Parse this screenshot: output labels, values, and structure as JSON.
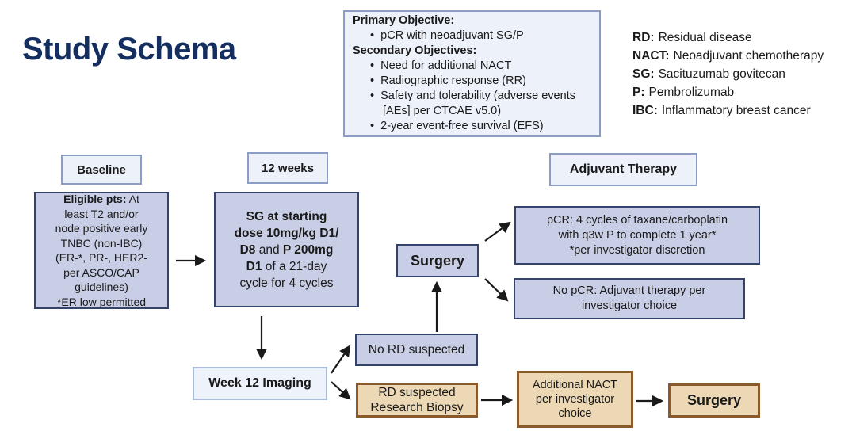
{
  "title": "Study Schema",
  "objectives": {
    "primary_label": "Primary Objective:",
    "primary_items": [
      "pCR with neoadjuvant SG/P"
    ],
    "secondary_label": "Secondary Objectives:",
    "secondary_items": [
      "Need for additional NACT",
      "Radiographic response (RR)",
      "Safety and tolerability (adverse events [AEs] per CTCAE v5.0)",
      "2-year event-free survival (EFS)"
    ]
  },
  "abbreviations": [
    {
      "abbr": "RD:",
      "def": "Residual disease"
    },
    {
      "abbr": "NACT:",
      "def": "Neoadjuvant chemotherapy"
    },
    {
      "abbr": "SG:",
      "def": "Sacituzumab govitecan"
    },
    {
      "abbr": "P:",
      "def": "Pembrolizumab"
    },
    {
      "abbr": "IBC:",
      "def": "Inflammatory breast cancer"
    }
  ],
  "flow": {
    "baseline_label": "Baseline",
    "eligible_segments": [
      {
        "t": "Eligible pts:",
        "b": true
      },
      {
        "t": " At\nleast T2 and/or\nnode positive early\nTNBC (non-IBC)\n(ER-*, PR-, HER2-\nper ASCO/CAP\nguidelines)\n*ER low permitted",
        "b": false
      }
    ],
    "twelve_weeks_label": "12 weeks",
    "sg_segments": [
      {
        "t": "SG at starting\ndose 10mg/kg D1/\nD8 ",
        "b": true
      },
      {
        "t": "and ",
        "b": false
      },
      {
        "t": "P 200mg\nD1 ",
        "b": true
      },
      {
        "t": "of a 21-day\ncycle for 4 cycles",
        "b": false
      }
    ],
    "surgery_label": "Surgery",
    "adjuvant_header": "Adjuvant Therapy",
    "pcr_text": "pCR: 4 cycles of taxane/carboplatin\nwith q3w P to complete 1 year*\n*per investigator discretion",
    "no_pcr_text": "No pCR: Adjuvant therapy per\ninvestigator choice",
    "week12_label": "Week 12 Imaging",
    "no_rd_text": "No RD suspected",
    "rd_text": "RD suspected\nResearch Biopsy",
    "additional_nact_text": "Additional NACT\nper investigator\nchoice",
    "surgery2_label": "Surgery"
  },
  "colors": {
    "title": "#142f5f",
    "lavender_fill": "#c8cee5",
    "lavender_border": "#35426c",
    "light_fill": "#edf1fa",
    "light_border": "#8b9dc5",
    "tan_fill": "#ecd8b4",
    "tan_border": "#8a5a2b",
    "arrow": "#1a1a1a"
  }
}
